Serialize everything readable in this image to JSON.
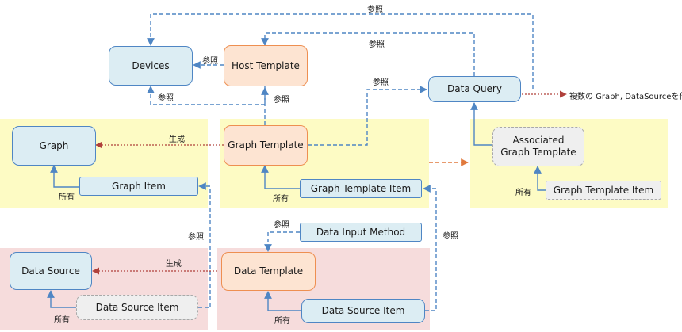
{
  "nodes": {
    "devices": "Devices",
    "host_template": "Host Template",
    "data_query": "Data Query",
    "graph": "Graph",
    "graph_template": "Graph Template",
    "associated_graph_template": "Associated\nGraph Template",
    "graph_item": "Graph Item",
    "graph_template_item": "Graph Template Item",
    "graph_template_item_2": "Graph Template Item",
    "data_input_method": "Data Input Method",
    "data_source": "Data Source",
    "data_template": "Data Template",
    "data_source_item": "Data Source Item",
    "data_source_item_2": "Data Source Item"
  },
  "labels": {
    "ref": "参照",
    "generate": "生成",
    "own": "所有",
    "multi_create": "複数の Graph, DataSourceを作成"
  },
  "colors": {
    "arrow_blue": "#4f86c4",
    "arrow_red": "#b0403b",
    "arrow_orange": "#e0793d",
    "region_yellow": "#fdfbc4",
    "region_pink": "#f6dcdc"
  }
}
